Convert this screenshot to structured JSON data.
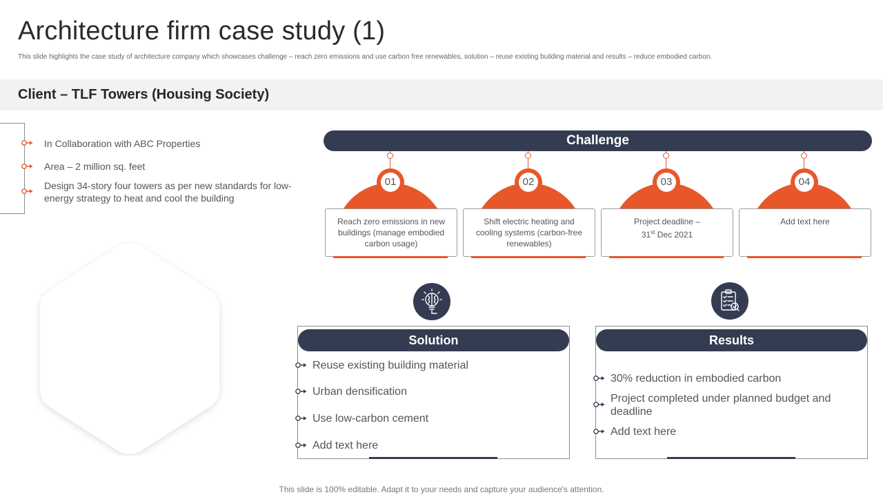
{
  "header": {
    "title": "Architecture firm case study (1)",
    "subtitle": "This slide highlights the case study of architecture company which showcases challenge – reach zero emissions and use carbon free renewables, solution – reuse existing building material and results – reduce embodied carbon."
  },
  "client": {
    "heading": "Client – TLF Towers (Housing Society)",
    "details": [
      "In Collaboration with ABC Properties",
      "Area – 2 million sq. feet",
      "Design 34-story four towers as  per new standards for low-energy strategy to heat and cool the building"
    ]
  },
  "challenge": {
    "heading": "Challenge",
    "items": [
      {
        "number": "01",
        "text": "Reach zero emissions in new buildings (manage embodied carbon usage)"
      },
      {
        "number": "02",
        "text": "Shift electric heating and cooling systems (carbon-free renewables)"
      },
      {
        "number": "03",
        "text_pre": "Project deadline –",
        "text_day": "31",
        "text_sup": "st",
        "text_post": " Dec 2021"
      },
      {
        "number": "04",
        "text": "Add text here"
      }
    ]
  },
  "solution": {
    "heading": "Solution",
    "icon": "brain-lightbulb-icon",
    "items": [
      "Reuse existing building material",
      "Urban densification",
      "Use low-carbon cement",
      "Add text here"
    ]
  },
  "results": {
    "heading": "Results",
    "icon": "checklist-clipboard-icon",
    "items": [
      "30% reduction in embodied carbon",
      "Project completed under planned budget and deadline",
      "Add text here"
    ]
  },
  "footer": "This slide is 100% editable. Adapt it to your needs and capture your audience's attention.",
  "colors": {
    "accent": "#e8572a",
    "navy": "#343c52",
    "band": "#f2f2f2"
  }
}
